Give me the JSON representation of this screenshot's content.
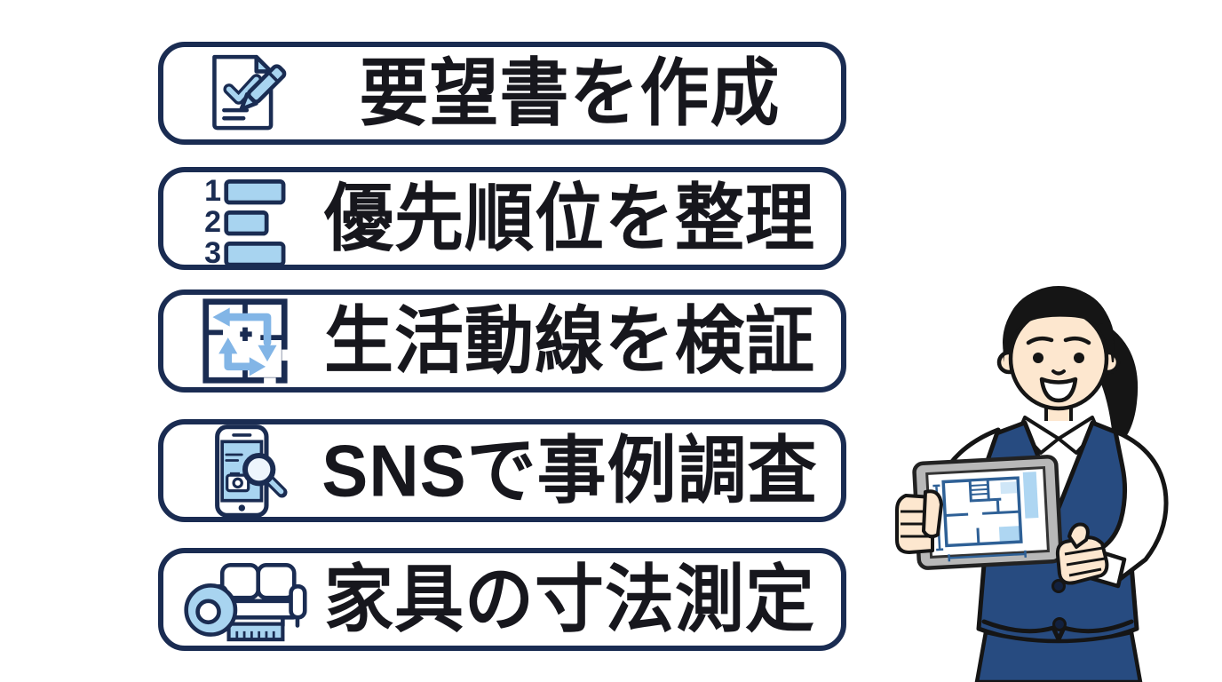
{
  "colors": {
    "background": "#ffffff",
    "box_border": "#1a2c52",
    "box_background": "#ffffff",
    "label_text": "#17171d",
    "icon_outline": "#1a2c52",
    "icon_blue_fill": "#a8d4f0",
    "arrow_blue": "#82b5e6",
    "vest_navy": "#274b80",
    "skin": "#fde7cf",
    "hair_black": "#151515",
    "tablet_frame_gray": "#b8b8b8",
    "floorplan_blue": "#2e6096",
    "floorplan_light_fill": "#aed6f2"
  },
  "steps": [
    {
      "label": "要望書を作成",
      "icon": "document-check-pen-icon"
    },
    {
      "label": "優先順位を整理",
      "icon": "numbered-list-icon"
    },
    {
      "label": "生活動線を検証",
      "icon": "floorplan-arrows-icon"
    },
    {
      "label": "SNSで事例調査",
      "icon": "smartphone-search-icon"
    },
    {
      "label": "家具の寸法測定",
      "icon": "tape-measure-sofa-icon"
    }
  ],
  "numbered_list": {
    "items": [
      "1",
      "2",
      "3"
    ]
  },
  "illustration": {
    "name": "woman-presenting-tablet-floorplan"
  }
}
